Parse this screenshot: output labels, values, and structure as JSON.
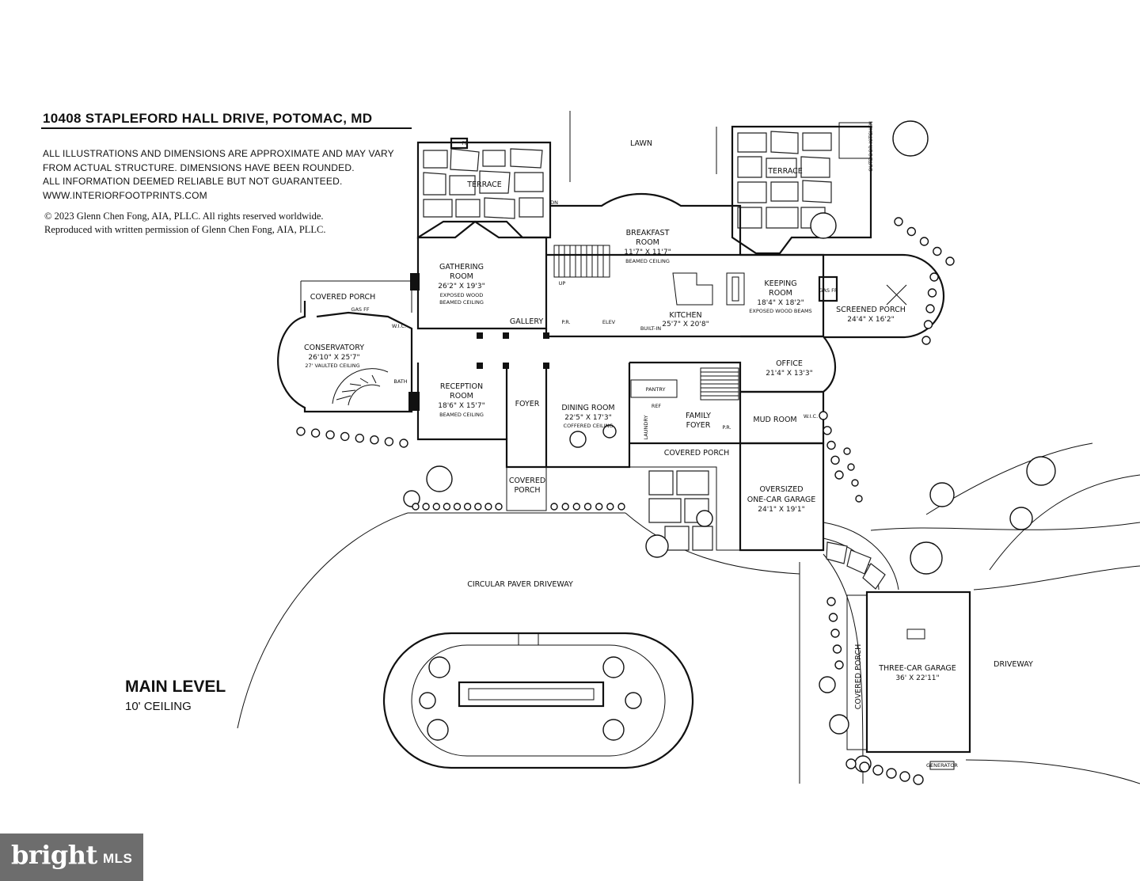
{
  "header": {
    "title": "10408 STAPLEFORD HALL DRIVE, POTOMAC, MD",
    "disclaimer": [
      "ALL ILLUSTRATIONS AND DIMENSIONS ARE APPROXIMATE AND MAY VARY",
      "FROM ACTUAL STRUCTURE. DIMENSIONS HAVE BEEN ROUNDED.",
      "ALL INFORMATION DEEMED RELIABLE BUT NOT GUARANTEED.",
      "WWW.INTERIORFOOTPRINTS.COM"
    ],
    "copyright": [
      "© 2023 Glenn Chen Fong, AIA, PLLC. All rights reserved worldwide.",
      "Reproduced with written permission of Glenn Chen Fong, AIA, PLLC."
    ]
  },
  "level": {
    "name": "MAIN LEVEL",
    "ceiling": "10' CEILING"
  },
  "rooms": {
    "lawn": "LAWN",
    "terrace_left": "TERRACE",
    "terrace_right": "TERRACE",
    "outdoor_kitchen": "OUTDOOR KITCHEN",
    "breakfast": {
      "name": [
        "BREAKFAST",
        "ROOM"
      ],
      "dims": "11'7\" X 11'7\"",
      "note": "BEAMED CEILING"
    },
    "gathering": {
      "name": [
        "GATHERING",
        "ROOM"
      ],
      "dims": "26'2\" X 19'3\"",
      "note": [
        "EXPOSED WOOD",
        "BEAMED CEILING"
      ]
    },
    "covered_porch_west": "COVERED PORCH",
    "conservatory": {
      "name": "CONSERVATORY",
      "dims": "26'10\" X 25'7\"",
      "note": "27' VAULTED CEILING"
    },
    "gallery": "GALLERY",
    "pr_1": "P.R.",
    "elev": "ELEV",
    "kitchen": {
      "name": "KITCHEN",
      "dims": "25'7\" X 20'8\""
    },
    "keeping": {
      "name": [
        "KEEPING",
        "ROOM"
      ],
      "dims": "18'4\" X 18'2\"",
      "note": "EXPOSED WOOD BEAMS"
    },
    "screened_porch": {
      "name": "SCREENED PORCH",
      "dims": "24'4\" X 16'2\""
    },
    "reception": {
      "name": [
        "RECEPTION",
        "ROOM"
      ],
      "dims": "18'6\" X 15'7\"",
      "note": "BEAMED CEILING"
    },
    "foyer": "FOYER",
    "dining": {
      "name": "DINING ROOM",
      "dims": "22'5\" X 17'3\"",
      "note": "COFFERED CEILING"
    },
    "pantry": "PANTRY",
    "family_foyer": [
      "FAMILY",
      "FOYER"
    ],
    "office": {
      "name": "OFFICE",
      "dims": "21'4\" X 13'3\""
    },
    "mud_room": "MUD ROOM",
    "wic_1": "W.I.C.",
    "wic_2": "W.I.C.",
    "pr_2": "P.R.",
    "bath": "BATH",
    "laundry": "LAUNDRY",
    "covered_porch_south": "COVERED PORCH",
    "covered_porch_front": [
      "COVERED",
      "PORCH"
    ],
    "one_car_garage": {
      "name": [
        "OVERSIZED",
        "ONE-CAR GARAGE"
      ],
      "dims": "24'1\" X 19'1\""
    },
    "driveway_circ": "CIRCULAR PAVER DRIVEWAY",
    "driveway": "DRIVEWAY",
    "three_car_garage": {
      "name": "THREE-CAR GARAGE",
      "dims": "36' X 22'11\""
    },
    "covered_porch_garage": "COVERED PORCH",
    "generator": "GENERATOR",
    "gas_ff": "GAS FF",
    "ff": "FF",
    "built_in": "BUILT-IN",
    "ref": "REF",
    "dn": "DN",
    "up": "UP"
  },
  "logo": {
    "brand": "bright",
    "suffix": "MLS"
  },
  "colors": {
    "line": "#111111",
    "logo_bg": "#6d6d6d"
  }
}
